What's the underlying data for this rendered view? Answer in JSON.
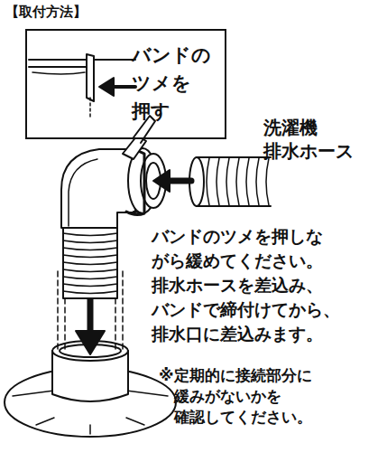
{
  "diagram": {
    "title": "【取付方法】",
    "nodes": [
      {
        "text": [
          "バンドの ツメを 押す"
        ]
      }
    ],
    "labels": [
      "洗濯機 排水ホース",
      "バンドのツメを押しな がら緩めてください。 排水ホースを差込み、 バンドで締付けてから、 排水口に差込みます。",
      "※定期的に接続部分に 緩みがないかを 確認してください。"
    ]
  }
}
